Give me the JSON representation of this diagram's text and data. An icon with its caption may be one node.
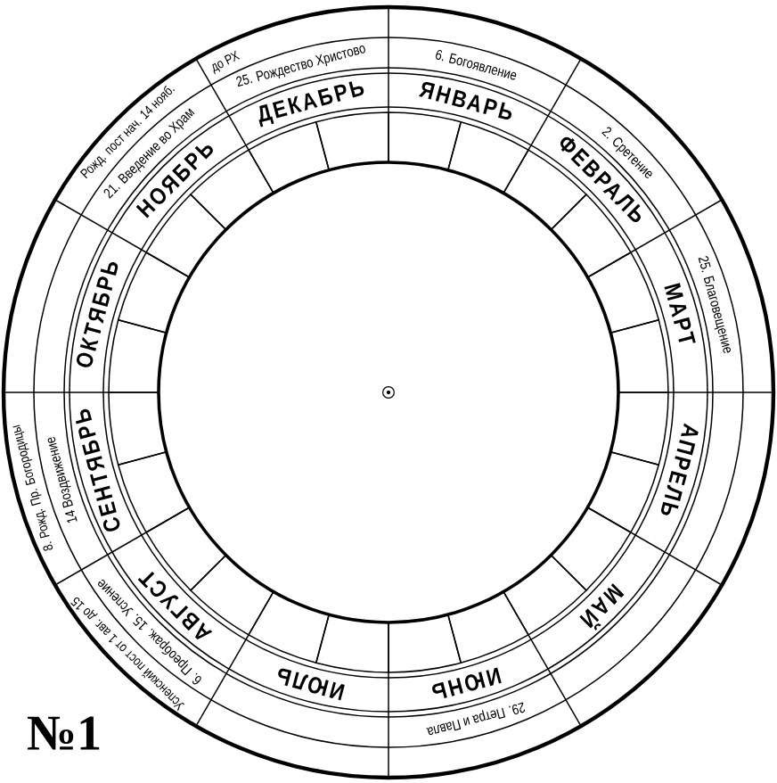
{
  "diagram": {
    "nodes": [
      {
        "text": [
          "ЯНВАРЬ"
        ]
      },
      {
        "text": [
          "ФЕВРАЛЬ"
        ]
      },
      {
        "text": [
          "МАРТ"
        ]
      },
      {
        "text": [
          "АПРЕЛЬ"
        ]
      },
      {
        "text": [
          "МАЙ"
        ]
      },
      {
        "text": [
          "ИЮНЬ"
        ]
      },
      {
        "text": [
          "ИЮЛЬ"
        ]
      },
      {
        "text": [
          "АВГУСТ"
        ]
      },
      {
        "text": [
          "СЕНТЯБРЬ"
        ]
      },
      {
        "text": [
          "ОКТЯБРЬ"
        ]
      },
      {
        "text": [
          "НОЯБРЬ"
        ]
      },
      {
        "text": [
          "ДЕКАБРЬ"
        ]
      },
      {
        "text": [
          "6. Богоявление"
        ]
      },
      {
        "text": [
          "2. Сретение"
        ]
      },
      {
        "text": [
          "25. Благовещение"
        ]
      },
      {
        "text": [
          "29. Петра и Павла"
        ]
      },
      {
        "text": [
          "6. Преображ. 15. Успение"
        ]
      },
      {
        "text": [
          "14 Воздвижение"
        ]
      },
      {
        "text": [
          "21. Введение во Храм"
        ]
      },
      {
        "text": [
          "25. Рождество Христово"
        ]
      },
      {
        "text": [
          "Успенский пост от 1 авг. до 15"
        ]
      },
      {
        "text": [
          "8. Рожд. Пр. Богородицы"
        ]
      },
      {
        "text": [
          "Рожд. пост нач. 14 нояб."
        ]
      },
      {
        "text": [
          "до РХ"
        ]
      }
    ],
    "labels": [
      "№1"
    ]
  }
}
